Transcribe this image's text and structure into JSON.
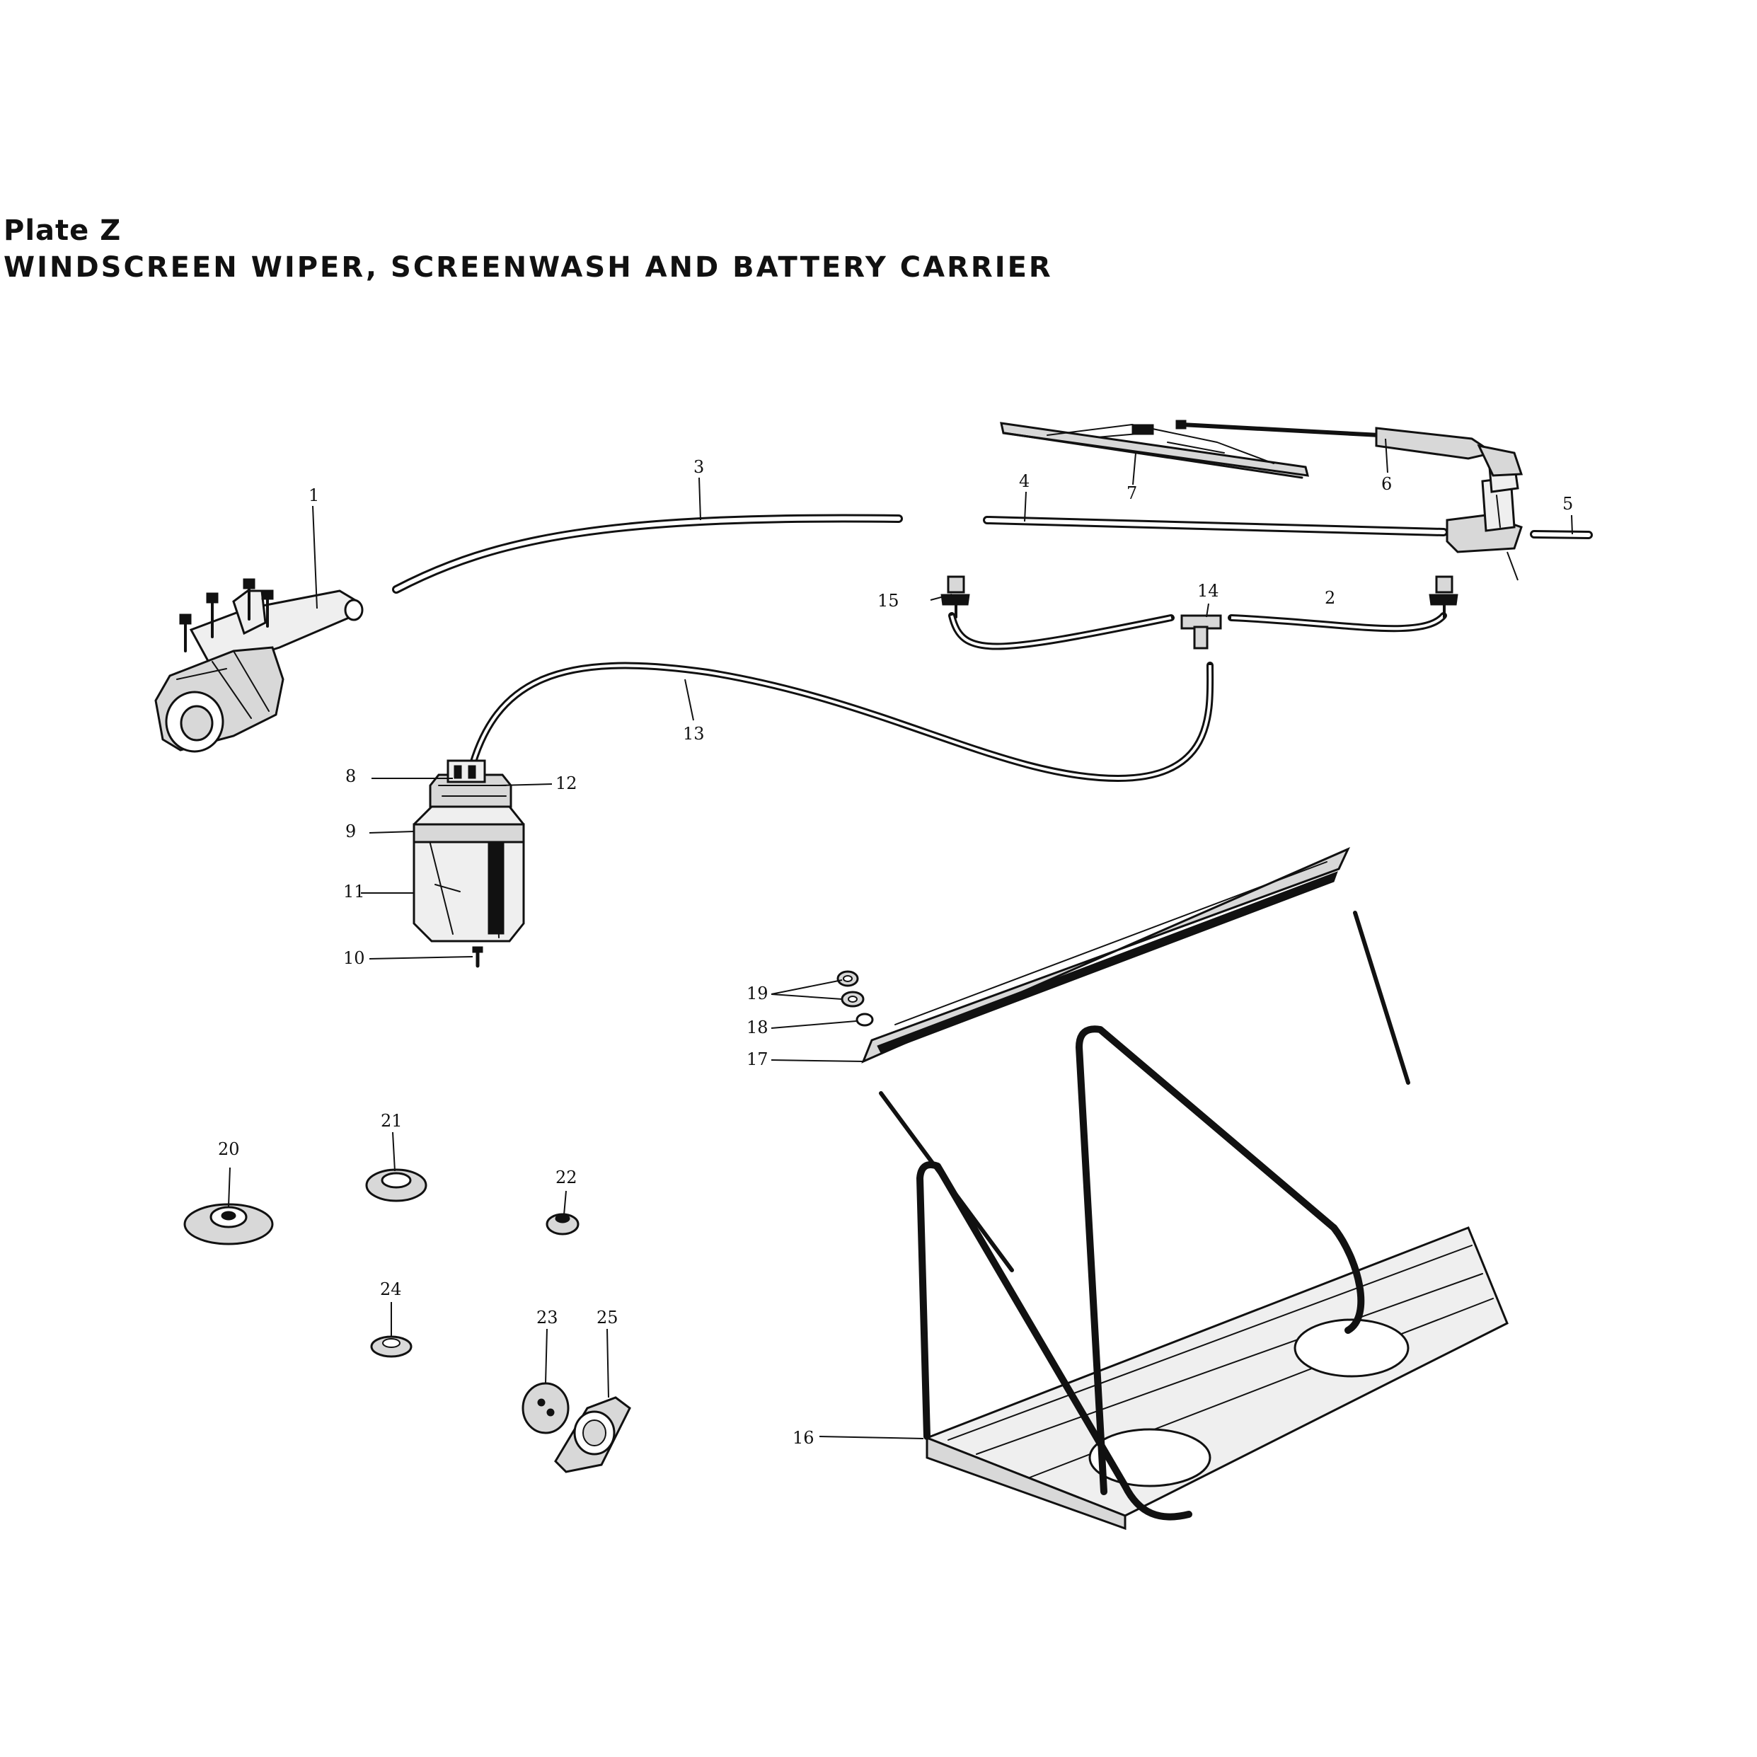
{
  "header": {
    "plate": "Plate Z",
    "title": "WINDSCREEN WIPER, SCREENWASH AND BATTERY CARRIER"
  },
  "callouts": {
    "c1": "1",
    "c2": "2",
    "c3": "3",
    "c4": "4",
    "c5": "5",
    "c6": "6",
    "c7": "7",
    "c8": "8",
    "c9": "9",
    "c10": "10",
    "c11": "11",
    "c12": "12",
    "c13": "13",
    "c14": "14",
    "c15": "15",
    "c16": "16",
    "c17": "17",
    "c18": "18",
    "c19": "19",
    "c20": "20",
    "c21": "21",
    "c22": "22",
    "c23": "23",
    "c24": "24",
    "c25": "25"
  }
}
